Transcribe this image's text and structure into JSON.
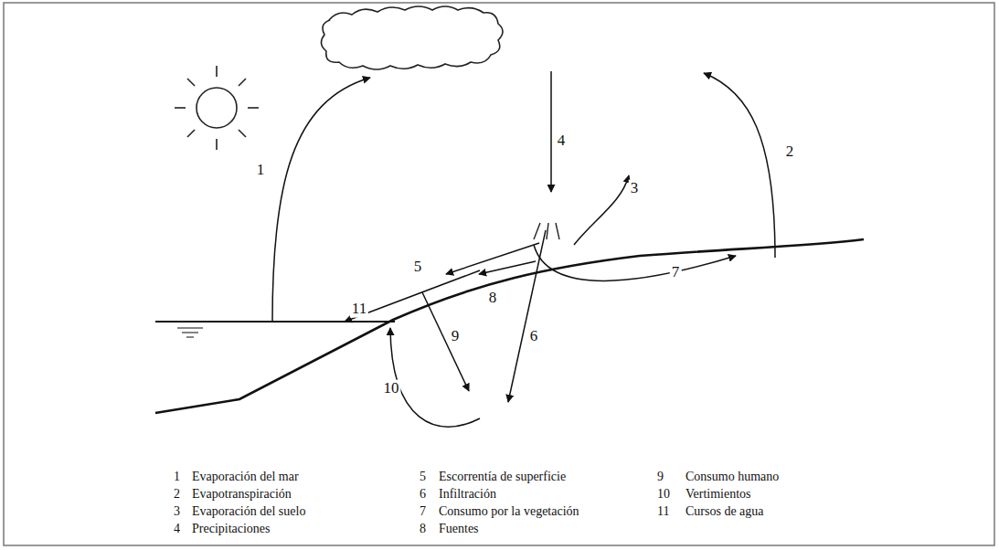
{
  "diagram": {
    "labels": [
      "1",
      "2",
      "3",
      "4",
      "5",
      "6",
      "7",
      "8",
      "9",
      "10",
      "11",
      "1",
      "Evaporación del mar",
      "2",
      "Evapotranspiración",
      "3",
      "Evaporación del suelo",
      "4",
      "Precipitaciones",
      "5",
      "Escorrentía de superficie",
      "6",
      "Infiltración",
      "7",
      "Consumo por la vegetación",
      "8",
      "Fuentes",
      "9",
      "Consumo humano",
      "10",
      "Vertimientos",
      "11",
      "Cursos de agua"
    ]
  }
}
